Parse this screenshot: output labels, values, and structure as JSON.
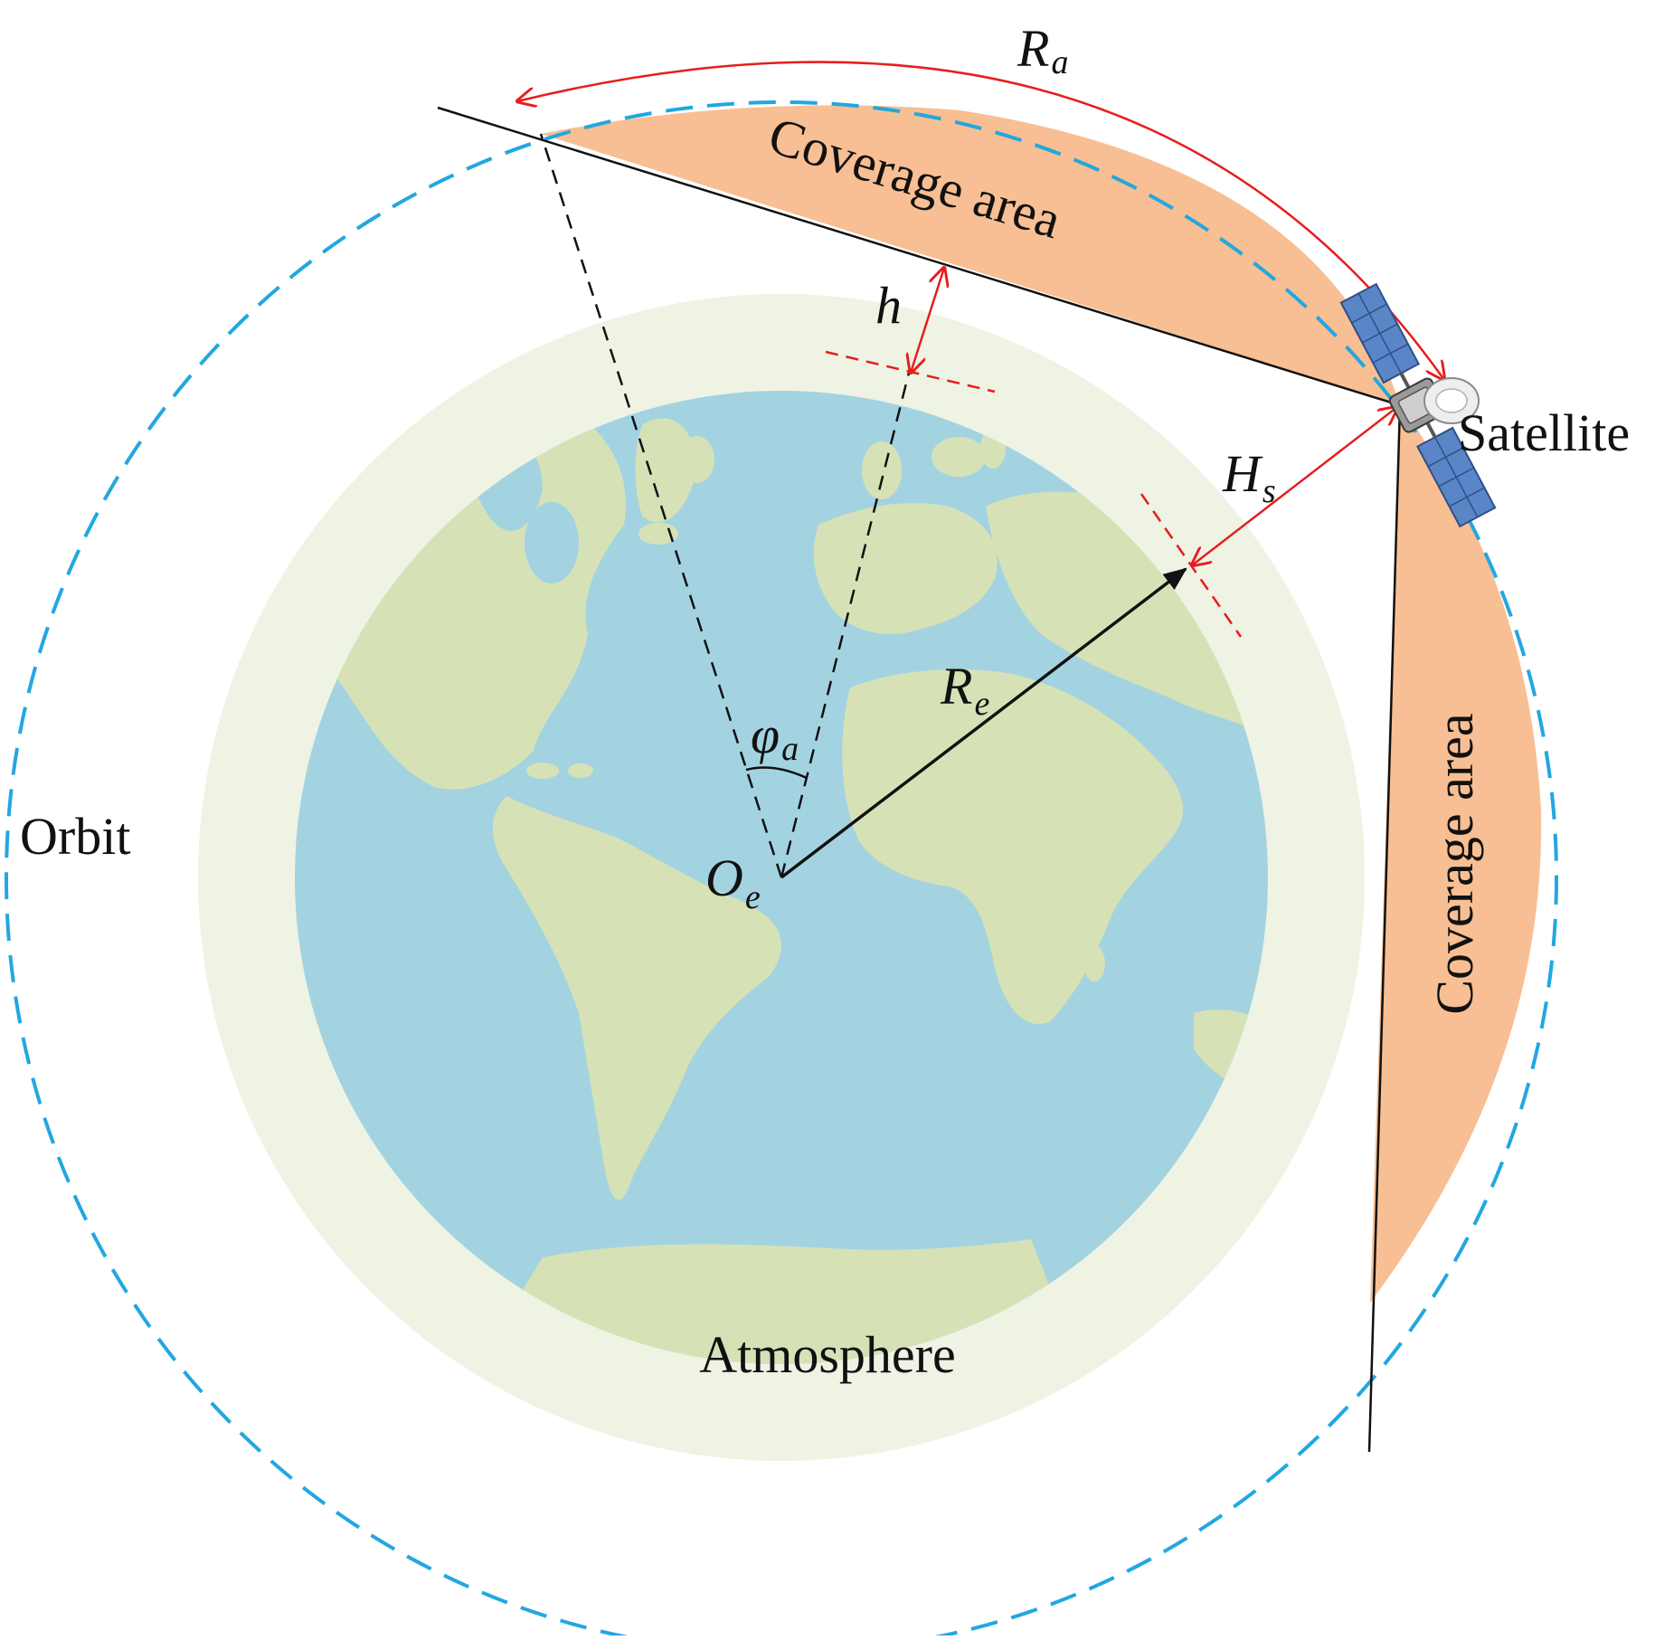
{
  "labels": {
    "orbit": "Orbit",
    "atmosphere": "Atmosphere",
    "satellite": "Satellite",
    "coverage_top": "Coverage area",
    "coverage_right": "Coverage area"
  },
  "symbols": {
    "Ra": {
      "main": "R",
      "sub": "a"
    },
    "h": {
      "main": "h"
    },
    "Hs": {
      "main": "H",
      "sub": "s"
    },
    "Re": {
      "main": "R",
      "sub": "e"
    },
    "phi_a": {
      "main": "φ",
      "sub": "a"
    },
    "Oe": {
      "main": "O",
      "sub": "e"
    }
  },
  "colors": {
    "ocean": "#a3d3e1",
    "land": "#d6e2b6",
    "atmosphere": "#eef3e4",
    "coverage": "#f7bf93",
    "orbit": "#22a7e0",
    "annotation": "#e61e1e",
    "line": "#111111"
  },
  "icons": {
    "satellite": "satellite-icon"
  }
}
